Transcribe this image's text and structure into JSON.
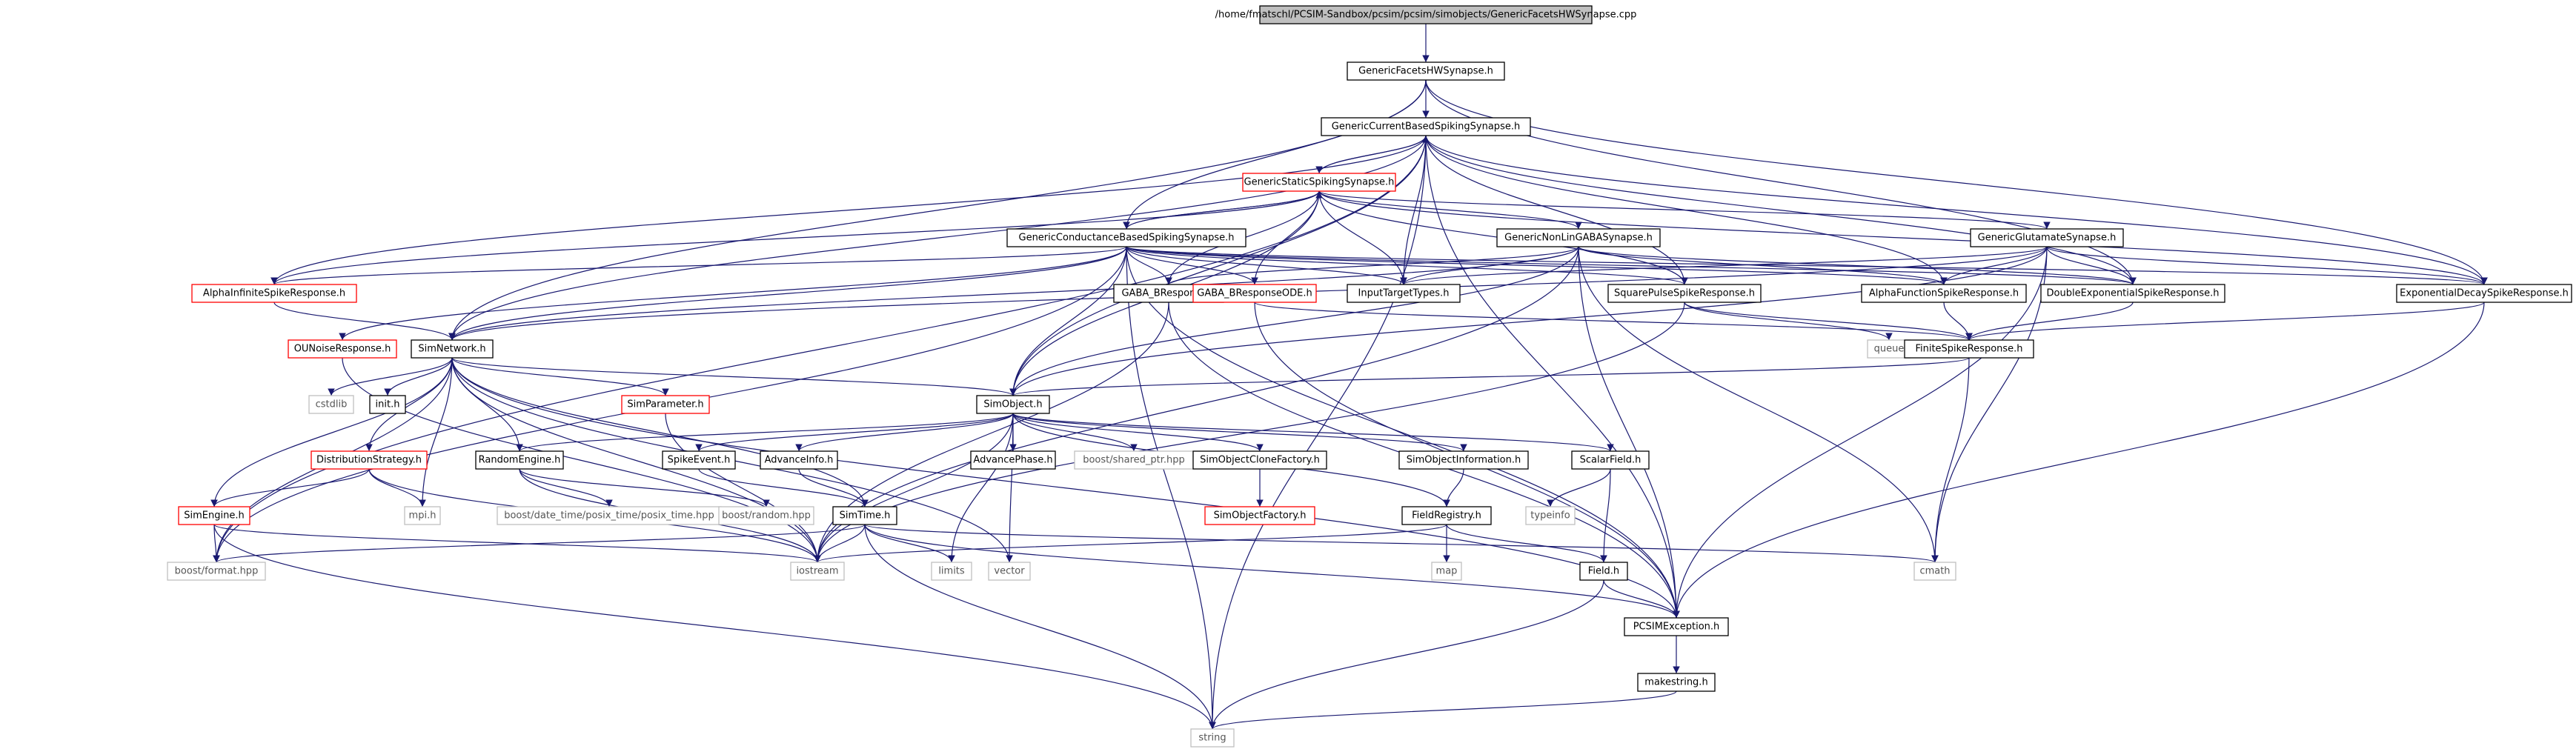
{
  "colors": {
    "edge": "#191970",
    "root_fill": "#bfbfbf",
    "file_border": "#000000",
    "incomplete_border": "#ff0000",
    "external_border": "#bfbfbf",
    "external_text": "#555555",
    "text": "#000000"
  },
  "graph": {
    "root": "/home/fmatschl/PCSIM-Sandbox/pcsim/pcsim/simobjects/GenericFacetsHWSynapse.cpp",
    "nodes": [
      {
        "id": "root",
        "label": "/home/fmatschl/PCSIM-Sandbox/pcsim/pcsim/simobjects/GenericFacetsHWSynapse.cpp",
        "kind": "root"
      },
      {
        "id": "gfhw",
        "label": "GenericFacetsHWSynapse.h",
        "kind": "file"
      },
      {
        "id": "gcbs",
        "label": "GenericCurrentBasedSpikingSynapse.h",
        "kind": "file"
      },
      {
        "id": "gsss",
        "label": "GenericStaticSpikingSynapse.h",
        "kind": "incomplete"
      },
      {
        "id": "gcond",
        "label": "GenericConductanceBasedSpikingSynapse.h",
        "kind": "file"
      },
      {
        "id": "gnlgaba",
        "label": "GenericNonLinGABASynapse.h",
        "kind": "file"
      },
      {
        "id": "gglut",
        "label": "GenericGlutamateSynapse.h",
        "kind": "file"
      },
      {
        "id": "alphainf",
        "label": "AlphaInfiniteSpikeResponse.h",
        "kind": "incomplete"
      },
      {
        "id": "gabab",
        "label": "GABA_BResponse.h",
        "kind": "file"
      },
      {
        "id": "gababode",
        "label": "GABA_BResponseODE.h",
        "kind": "incomplete"
      },
      {
        "id": "inputtarget",
        "label": "InputTargetTypes.h",
        "kind": "file"
      },
      {
        "id": "squarepulse",
        "label": "SquarePulseSpikeResponse.h",
        "kind": "file"
      },
      {
        "id": "alphafunc",
        "label": "AlphaFunctionSpikeResponse.h",
        "kind": "file"
      },
      {
        "id": "doubleexp",
        "label": "DoubleExponentialSpikeResponse.h",
        "kind": "file"
      },
      {
        "id": "expdecay",
        "label": "ExponentialDecaySpikeResponse.h",
        "kind": "file"
      },
      {
        "id": "ounoise",
        "label": "OUNoiseResponse.h",
        "kind": "incomplete"
      },
      {
        "id": "simnetwork",
        "label": "SimNetwork.h",
        "kind": "file"
      },
      {
        "id": "queue",
        "label": "queue",
        "kind": "external"
      },
      {
        "id": "finitespike",
        "label": "FiniteSpikeResponse.h",
        "kind": "file"
      },
      {
        "id": "cstdlib",
        "label": "cstdlib",
        "kind": "external"
      },
      {
        "id": "inith",
        "label": "init.h",
        "kind": "file"
      },
      {
        "id": "simparameter",
        "label": "SimParameter.h",
        "kind": "incomplete"
      },
      {
        "id": "simobject",
        "label": "SimObject.h",
        "kind": "file"
      },
      {
        "id": "diststrat",
        "label": "DistributionStrategy.h",
        "kind": "incomplete"
      },
      {
        "id": "randomengine",
        "label": "RandomEngine.h",
        "kind": "file"
      },
      {
        "id": "spikeevent",
        "label": "SpikeEvent.h",
        "kind": "file"
      },
      {
        "id": "advanceinfo",
        "label": "AdvanceInfo.h",
        "kind": "file"
      },
      {
        "id": "advancephase",
        "label": "AdvancePhase.h",
        "kind": "file"
      },
      {
        "id": "sharedptr",
        "label": "boost/shared_ptr.hpp",
        "kind": "external"
      },
      {
        "id": "cloneobjfactory",
        "label": "SimObjectCloneFactory.h",
        "kind": "file"
      },
      {
        "id": "siminfo",
        "label": "SimObjectInformation.h",
        "kind": "file"
      },
      {
        "id": "scalarfield",
        "label": "ScalarField.h",
        "kind": "file"
      },
      {
        "id": "simengine",
        "label": "SimEngine.h",
        "kind": "incomplete"
      },
      {
        "id": "mpi",
        "label": "mpi.h",
        "kind": "external"
      },
      {
        "id": "posixtime",
        "label": "boost/date_time/posix_time/posix_time.hpp",
        "kind": "external"
      },
      {
        "id": "boostrandom",
        "label": "boost/random.hpp",
        "kind": "external"
      },
      {
        "id": "simtime",
        "label": "SimTime.h",
        "kind": "file"
      },
      {
        "id": "objfactory",
        "label": "SimObjectFactory.h",
        "kind": "incomplete"
      },
      {
        "id": "fieldregistry",
        "label": "FieldRegistry.h",
        "kind": "file"
      },
      {
        "id": "typeinfo",
        "label": "typeinfo",
        "kind": "external"
      },
      {
        "id": "boostformat",
        "label": "boost/format.hpp",
        "kind": "external"
      },
      {
        "id": "iostream",
        "label": "iostream",
        "kind": "external"
      },
      {
        "id": "limits",
        "label": "limits",
        "kind": "external"
      },
      {
        "id": "vector",
        "label": "vector",
        "kind": "external"
      },
      {
        "id": "map",
        "label": "map",
        "kind": "external"
      },
      {
        "id": "fieldh",
        "label": "Field.h",
        "kind": "file"
      },
      {
        "id": "cmath",
        "label": "cmath",
        "kind": "external"
      },
      {
        "id": "pcsimexc",
        "label": "PCSIMException.h",
        "kind": "file"
      },
      {
        "id": "makestring",
        "label": "makestring.h",
        "kind": "file"
      },
      {
        "id": "string",
        "label": "string",
        "kind": "external"
      }
    ],
    "edges": [
      [
        "root",
        "gfhw"
      ],
      [
        "gfhw",
        "gcbs"
      ],
      [
        "gfhw",
        "gcond"
      ],
      [
        "gfhw",
        "simnetwork"
      ],
      [
        "gfhw",
        "expdecay"
      ],
      [
        "gfhw",
        "doubleexp"
      ],
      [
        "gcbs",
        "gsss"
      ],
      [
        "gcbs",
        "alphainf"
      ],
      [
        "gcbs",
        "simobject"
      ],
      [
        "gcbs",
        "inputtarget"
      ],
      [
        "gcbs",
        "squarepulse"
      ],
      [
        "gcbs",
        "alphafunc"
      ],
      [
        "gcbs",
        "doubleexp"
      ],
      [
        "gcbs",
        "expdecay"
      ],
      [
        "gcbs",
        "simnetwork"
      ],
      [
        "gcbs",
        "pcsimexc"
      ],
      [
        "gcbs",
        "string"
      ],
      [
        "gcbs",
        "boostformat"
      ],
      [
        "gsss",
        "gcbs"
      ],
      [
        "gsss",
        "gcond"
      ],
      [
        "gsss",
        "gnlgaba"
      ],
      [
        "gsss",
        "gglut"
      ],
      [
        "gsss",
        "alphainf"
      ],
      [
        "gsss",
        "gabab"
      ],
      [
        "gsss",
        "gababode"
      ],
      [
        "gsss",
        "inputtarget"
      ],
      [
        "gsss",
        "simobject"
      ],
      [
        "gsss",
        "expdecay"
      ],
      [
        "gsss",
        "squarepulse"
      ],
      [
        "gcond",
        "gsss"
      ],
      [
        "gcond",
        "alphainf"
      ],
      [
        "gcond",
        "gabab"
      ],
      [
        "gcond",
        "gababode"
      ],
      [
        "gcond",
        "inputtarget"
      ],
      [
        "gcond",
        "squarepulse"
      ],
      [
        "gcond",
        "alphafunc"
      ],
      [
        "gcond",
        "doubleexp"
      ],
      [
        "gcond",
        "expdecay"
      ],
      [
        "gcond",
        "simobject"
      ],
      [
        "gcond",
        "simnetwork"
      ],
      [
        "gcond",
        "ounoise"
      ],
      [
        "gcond",
        "pcsimexc"
      ],
      [
        "gcond",
        "string"
      ],
      [
        "gcond",
        "boostformat"
      ],
      [
        "gnlgaba",
        "gabab"
      ],
      [
        "gnlgaba",
        "inputtarget"
      ],
      [
        "gnlgaba",
        "simobject"
      ],
      [
        "gnlgaba",
        "alphafunc"
      ],
      [
        "gnlgaba",
        "doubleexp"
      ],
      [
        "gnlgaba",
        "pcsimexc"
      ],
      [
        "gnlgaba",
        "cmath"
      ],
      [
        "gnlgaba",
        "simnetwork"
      ],
      [
        "gnlgaba",
        "iostream"
      ],
      [
        "gglut",
        "alphafunc"
      ],
      [
        "gglut",
        "doubleexp"
      ],
      [
        "gglut",
        "expdecay"
      ],
      [
        "gglut",
        "inputtarget"
      ],
      [
        "gglut",
        "cmath"
      ],
      [
        "gglut",
        "pcsimexc"
      ],
      [
        "gglut",
        "simobject"
      ],
      [
        "gglut",
        "simnetwork"
      ],
      [
        "alphainf",
        "simnetwork"
      ],
      [
        "gabab",
        "pcsimexc"
      ],
      [
        "gabab",
        "iostream"
      ],
      [
        "gababode",
        "pcsimexc"
      ],
      [
        "gababode",
        "finitespike"
      ],
      [
        "squarepulse",
        "queue"
      ],
      [
        "squarepulse",
        "finitespike"
      ],
      [
        "squarepulse",
        "iostream"
      ],
      [
        "alphafunc",
        "finitespike"
      ],
      [
        "doubleexp",
        "finitespike"
      ],
      [
        "expdecay",
        "finitespike"
      ],
      [
        "expdecay",
        "pcsimexc"
      ],
      [
        "finitespike",
        "simobject"
      ],
      [
        "finitespike",
        "cmath"
      ],
      [
        "ounoise",
        "iostream"
      ],
      [
        "simnetwork",
        "simobject"
      ],
      [
        "simnetwork",
        "cstdlib"
      ],
      [
        "simnetwork",
        "inith"
      ],
      [
        "simnetwork",
        "simparameter"
      ],
      [
        "simnetwork",
        "diststrat"
      ],
      [
        "simnetwork",
        "randomengine"
      ],
      [
        "simnetwork",
        "simengine"
      ],
      [
        "simnetwork",
        "mpi"
      ],
      [
        "simnetwork",
        "simtime"
      ],
      [
        "simnetwork",
        "iostream"
      ],
      [
        "simnetwork",
        "boostformat"
      ],
      [
        "simnetwork",
        "pcsimexc"
      ],
      [
        "simnetwork",
        "vector"
      ],
      [
        "simparameter",
        "iostream"
      ],
      [
        "diststrat",
        "simengine"
      ],
      [
        "diststrat",
        "mpi"
      ],
      [
        "diststrat",
        "iostream"
      ],
      [
        "simengine",
        "boostformat"
      ],
      [
        "simengine",
        "iostream"
      ],
      [
        "simengine",
        "string"
      ],
      [
        "simobject",
        "randomengine"
      ],
      [
        "simobject",
        "spikeevent"
      ],
      [
        "simobject",
        "advanceinfo"
      ],
      [
        "simobject",
        "advancephase"
      ],
      [
        "simobject",
        "sharedptr"
      ],
      [
        "simobject",
        "cloneobjfactory"
      ],
      [
        "simobject",
        "siminfo"
      ],
      [
        "simobject",
        "scalarfield"
      ],
      [
        "simobject",
        "fieldregistry"
      ],
      [
        "simobject",
        "iostream"
      ],
      [
        "simobject",
        "vector"
      ],
      [
        "simobject",
        "limits"
      ],
      [
        "randomengine",
        "posixtime"
      ],
      [
        "randomengine",
        "boostrandom"
      ],
      [
        "randomengine",
        "iostream"
      ],
      [
        "spikeevent",
        "simtime"
      ],
      [
        "advanceinfo",
        "simtime"
      ],
      [
        "cloneobjfactory",
        "objfactory"
      ],
      [
        "siminfo",
        "fieldregistry"
      ],
      [
        "scalarfield",
        "typeinfo"
      ],
      [
        "scalarfield",
        "fieldh"
      ],
      [
        "simtime",
        "boostformat"
      ],
      [
        "simtime",
        "iostream"
      ],
      [
        "simtime",
        "limits"
      ],
      [
        "simtime",
        "cmath"
      ],
      [
        "simtime",
        "pcsimexc"
      ],
      [
        "simtime",
        "string"
      ],
      [
        "fieldregistry",
        "map"
      ],
      [
        "fieldregistry",
        "fieldh"
      ],
      [
        "fieldregistry",
        "iostream"
      ],
      [
        "fieldh",
        "pcsimexc"
      ],
      [
        "fieldh",
        "string"
      ],
      [
        "pcsimexc",
        "makestring"
      ],
      [
        "makestring",
        "string"
      ]
    ]
  }
}
